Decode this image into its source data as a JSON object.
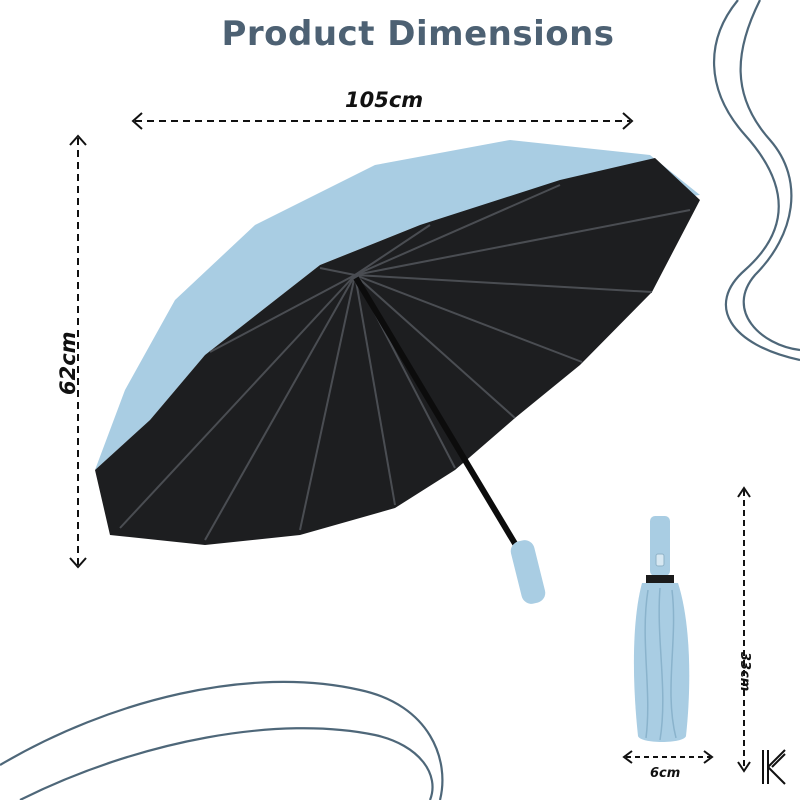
{
  "title": "Product Dimensions",
  "dimensions": {
    "open_width": "105cm",
    "open_height": "62cm",
    "folded_length": "33cm",
    "folded_width": "6cm"
  },
  "colors": {
    "title": "#4d6173",
    "canopy_outer": "#a9cde3",
    "canopy_inner": "#1d1e20",
    "decor_lines": "#4e6779",
    "dimension_lines": "#111111"
  },
  "icons": {
    "brand_logo": "k-logo-icon"
  }
}
